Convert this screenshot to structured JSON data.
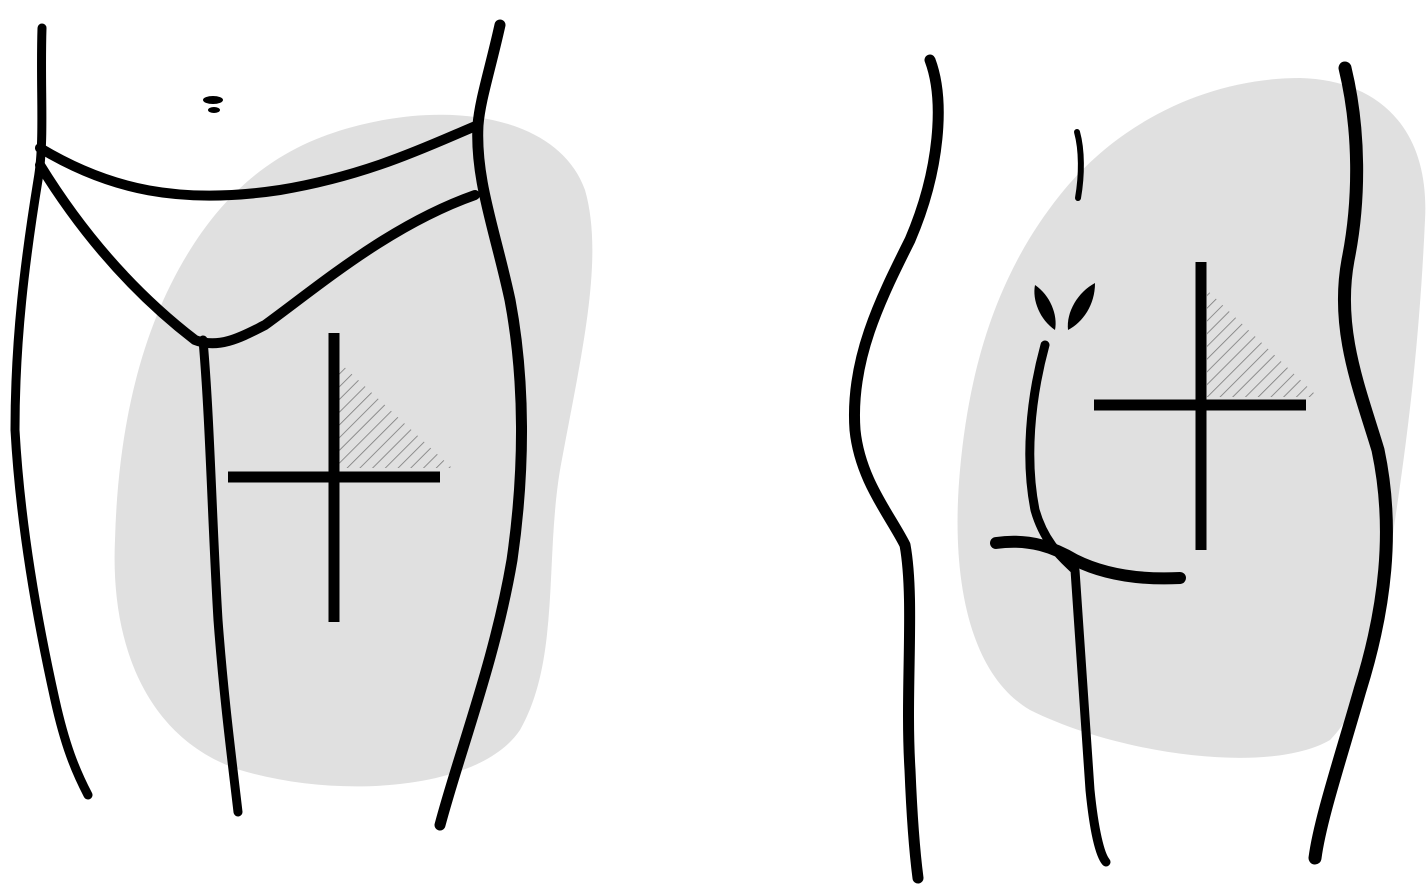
{
  "figures": [
    {
      "view": "front",
      "fill_color": "#e0e0e0",
      "quadrant_highlighted": "upper-outer"
    },
    {
      "view": "back",
      "fill_color": "#e0e0e0",
      "quadrant_highlighted": "upper-outer"
    }
  ],
  "colors": {
    "ink": "#000000",
    "zone": "#e0e0e0",
    "hatch": "#7a7a7a",
    "background": "#ffffff"
  }
}
